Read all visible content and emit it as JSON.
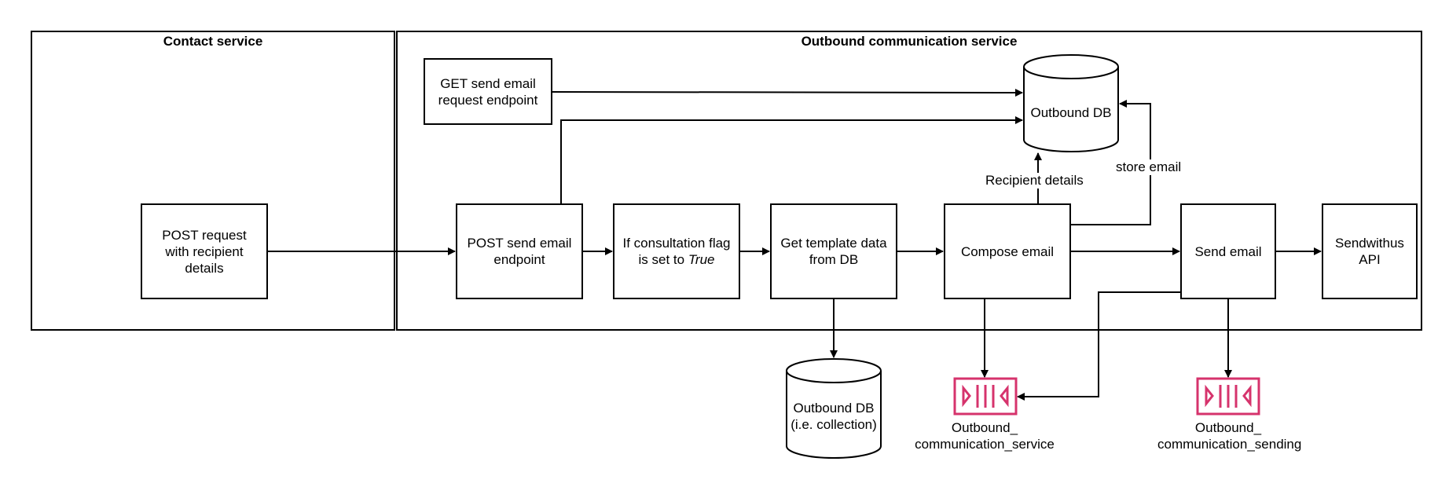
{
  "containers": {
    "contact": "Contact service",
    "outbound": "Outbound communication service"
  },
  "nodes": {
    "post_request": "POST request with recipient details",
    "get_endpoint": "GET send email request endpoint",
    "post_endpoint": "POST send email endpoint",
    "consultation_prefix": "If consultation flag is set to",
    "consultation_value": "True",
    "template": "Get template data from DB",
    "compose": "Compose email",
    "send": "Send email",
    "sendwithus": "Sendwithus API",
    "outbound_db": "Outbound DB",
    "outbound_db_collection": "Outbound DB (i.e. collection)"
  },
  "edge_labels": {
    "recipient_details": "Recipient details",
    "store_email": "store email"
  },
  "queues": {
    "service": "Outbound_ communication_service",
    "sending": "Outbound_ communication_sending"
  },
  "colors": {
    "queue": "#d6336c",
    "line": "#000000"
  }
}
